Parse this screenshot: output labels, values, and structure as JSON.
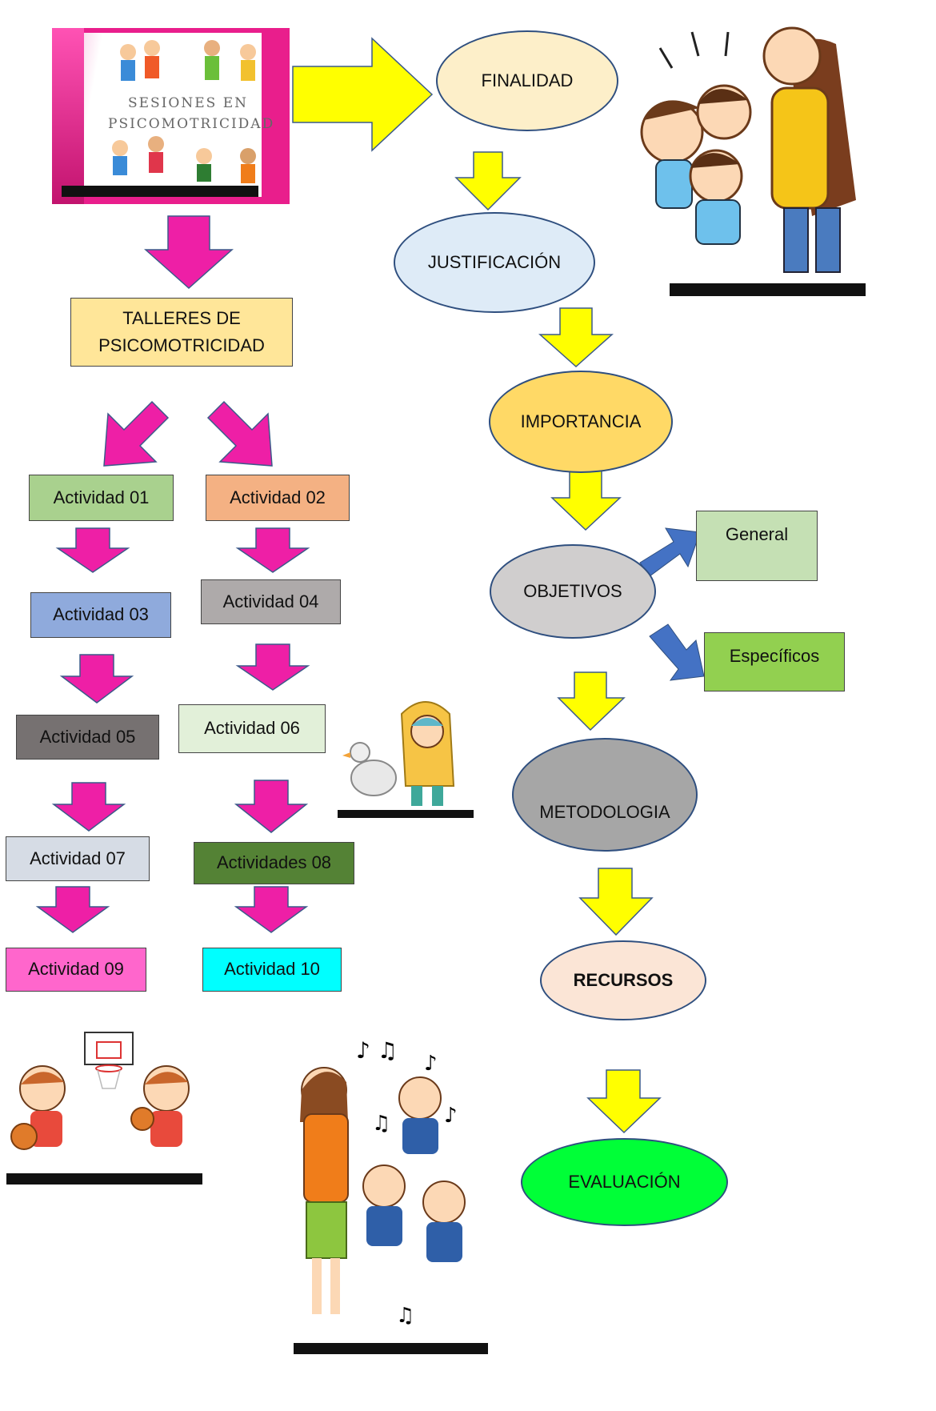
{
  "images": {
    "sessions_cover": {
      "title": "SESIONES EN PSICOMOTRICIDAD"
    }
  },
  "nodes": {
    "finalidad": "FINALIDAD",
    "justificacion": "JUSTIFICACIÓN",
    "importancia": "IMPORTANCIA",
    "objetivos": "OBJETIVOS",
    "general": "General",
    "especificos": "Específicos",
    "metodologia": "METODOLOGIA",
    "recursos": "RECURSOS",
    "evaluacion": "EVALUACIÓN",
    "talleres": "TALLERES DE PSICOMOTRICIDAD"
  },
  "activities": {
    "a01": "Actividad 01",
    "a02": "Actividad 02",
    "a03": "Actividad 03",
    "a04": "Actividad 04",
    "a05": "Actividad 05",
    "a06": "Actividad 06",
    "a07": "Actividad 07",
    "a08": "Actividades 08",
    "a09": "Actividad 09",
    "a10": "Actividad 10"
  },
  "colors": {
    "arrow_yellow": "#ffff00",
    "arrow_magenta": "#ee1fa6",
    "arrow_blue": "#4472c4",
    "finalidad": "#fdefc9",
    "justificacion": "#deebf7",
    "importancia": "#ffd966",
    "objetivos": "#d0cece",
    "metodologia": "#a6a6a6",
    "recursos": "#fbe5d6",
    "evaluacion": "#00ff37",
    "general": "#c5e0b4",
    "especificos": "#92d050",
    "talleres": "#ffe699"
  }
}
